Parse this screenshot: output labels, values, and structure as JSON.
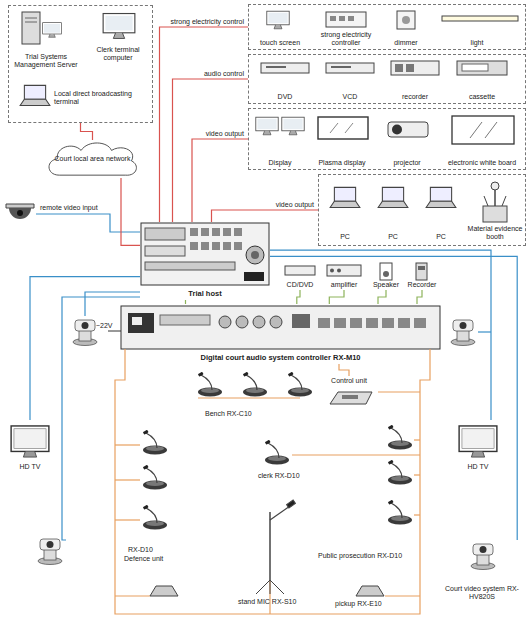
{
  "diagram": {
    "nodes": [
      {
        "text": []
      },
      {
        "text": [
          "Trial Systems Management Server"
        ],
        "in": 0
      },
      {
        "text": [
          "Clerk terminal computer"
        ],
        "in": 0
      },
      {
        "text": [
          "Local direct broadcasting terminal"
        ],
        "in": 0
      },
      {
        "text": [
          "Court local area network"
        ]
      },
      {
        "text": []
      },
      {
        "text": [
          "touch screen"
        ],
        "in": 5
      },
      {
        "text": [
          "strong electricity controller"
        ],
        "in": 5
      },
      {
        "text": [
          "dimmer"
        ],
        "in": 5
      },
      {
        "text": [
          "light"
        ],
        "in": 5
      },
      {
        "text": []
      },
      {
        "text": [
          "DVD"
        ],
        "in": 10
      },
      {
        "text": [
          "VCD"
        ],
        "in": 10
      },
      {
        "text": [
          "recorder"
        ],
        "in": 10
      },
      {
        "text": [
          "cassette"
        ],
        "in": 10
      },
      {
        "text": []
      },
      {
        "text": [
          "Display"
        ],
        "in": 15
      },
      {
        "text": [
          "Plasma display"
        ],
        "in": 15
      },
      {
        "text": [
          "projector"
        ],
        "in": 15
      },
      {
        "text": [
          "electronic white board"
        ],
        "in": 15
      },
      {
        "text": []
      },
      {
        "text": [
          "PC"
        ],
        "in": 20
      },
      {
        "text": [
          "PC"
        ],
        "in": 20
      },
      {
        "text": [
          "PC"
        ],
        "in": 20
      },
      {
        "text": [
          "Material evidence booth"
        ],
        "in": 20
      },
      {
        "text": [
          "Trial host"
        ]
      },
      {
        "text": [
          "CD/DVD"
        ]
      },
      {
        "text": [
          "amplifier"
        ]
      },
      {
        "text": [
          "Speaker"
        ]
      },
      {
        "text": [
          "Recorder"
        ]
      },
      {
        "text": [
          "Digital court audio system controller RX-M10"
        ]
      },
      {
        "text": [
          "Control unit"
        ]
      },
      {
        "text": [
          "HD TV"
        ]
      },
      {
        "text": [
          "HD TV"
        ]
      },
      {
        "text": [
          "Court video system RX-HV820S"
        ]
      }
    ],
    "edges": [
      {
        "from": 0,
        "to": 4,
        "arrow": "none"
      },
      {
        "from": 4,
        "to": 25,
        "arrow": "none"
      },
      {
        "from": 25,
        "to": 5,
        "label": "strong electricity control",
        "arrow": "none"
      },
      {
        "from": 25,
        "to": 10,
        "label": "audio control",
        "arrow": "none"
      },
      {
        "from": 25,
        "to": 15,
        "label": "video output",
        "arrow": "none"
      },
      {
        "from": 25,
        "to": 20,
        "label": "video output",
        "arrow": "none"
      },
      {
        "from": 25,
        "to": 30,
        "arrow": "none"
      },
      {
        "from": 30,
        "to": 26,
        "arrow": "none"
      },
      {
        "from": 30,
        "to": 27,
        "arrow": "none"
      },
      {
        "from": 30,
        "to": 28,
        "arrow": "none"
      },
      {
        "from": 30,
        "to": 29,
        "arrow": "none"
      },
      {
        "from": 25,
        "to": 32,
        "arrow": "none"
      },
      {
        "from": 25,
        "to": 33,
        "arrow": "none"
      },
      {
        "from": 25,
        "to": 34,
        "arrow": "none"
      },
      {
        "from": 30,
        "to": 31,
        "arrow": "none"
      }
    ],
    "labels": [
      "remote video input",
      "~22V",
      "Bench RX-C10",
      "clerk RX-D10",
      "RX-D10",
      "Defence unit",
      "Public prosecution RX-D10",
      "stand MIC RX-S10",
      "pickup RX-E10"
    ]
  }
}
